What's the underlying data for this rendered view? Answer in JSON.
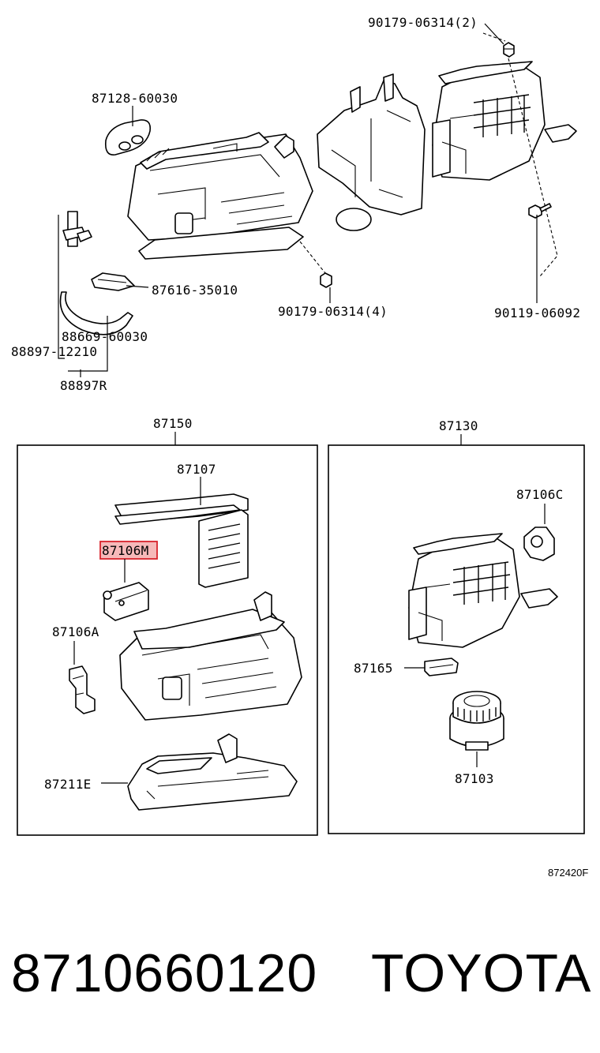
{
  "diagram": {
    "code": "872420F",
    "part_number": "8710660120",
    "brand": "TOYOTA"
  },
  "labels": {
    "screw_top": "90179-06314(2)",
    "seal": "87128-60030",
    "clamp": "87616-35010",
    "nut_bottom": "90179-06314(4)",
    "bolt": "90119-06092",
    "hose": "88669-60030",
    "pipe": "88897-12210",
    "pipe_group": "88897R",
    "heater_assy": "87150",
    "heater_core": "87107",
    "servo_main": "87106M",
    "servo_a": "87106A",
    "case": "87211E",
    "blower_assy": "87130",
    "servo_c": "87106C",
    "resistor": "87165",
    "blower_motor": "87103"
  },
  "highlight": {
    "label": "87106M",
    "color": "#d8242c"
  }
}
